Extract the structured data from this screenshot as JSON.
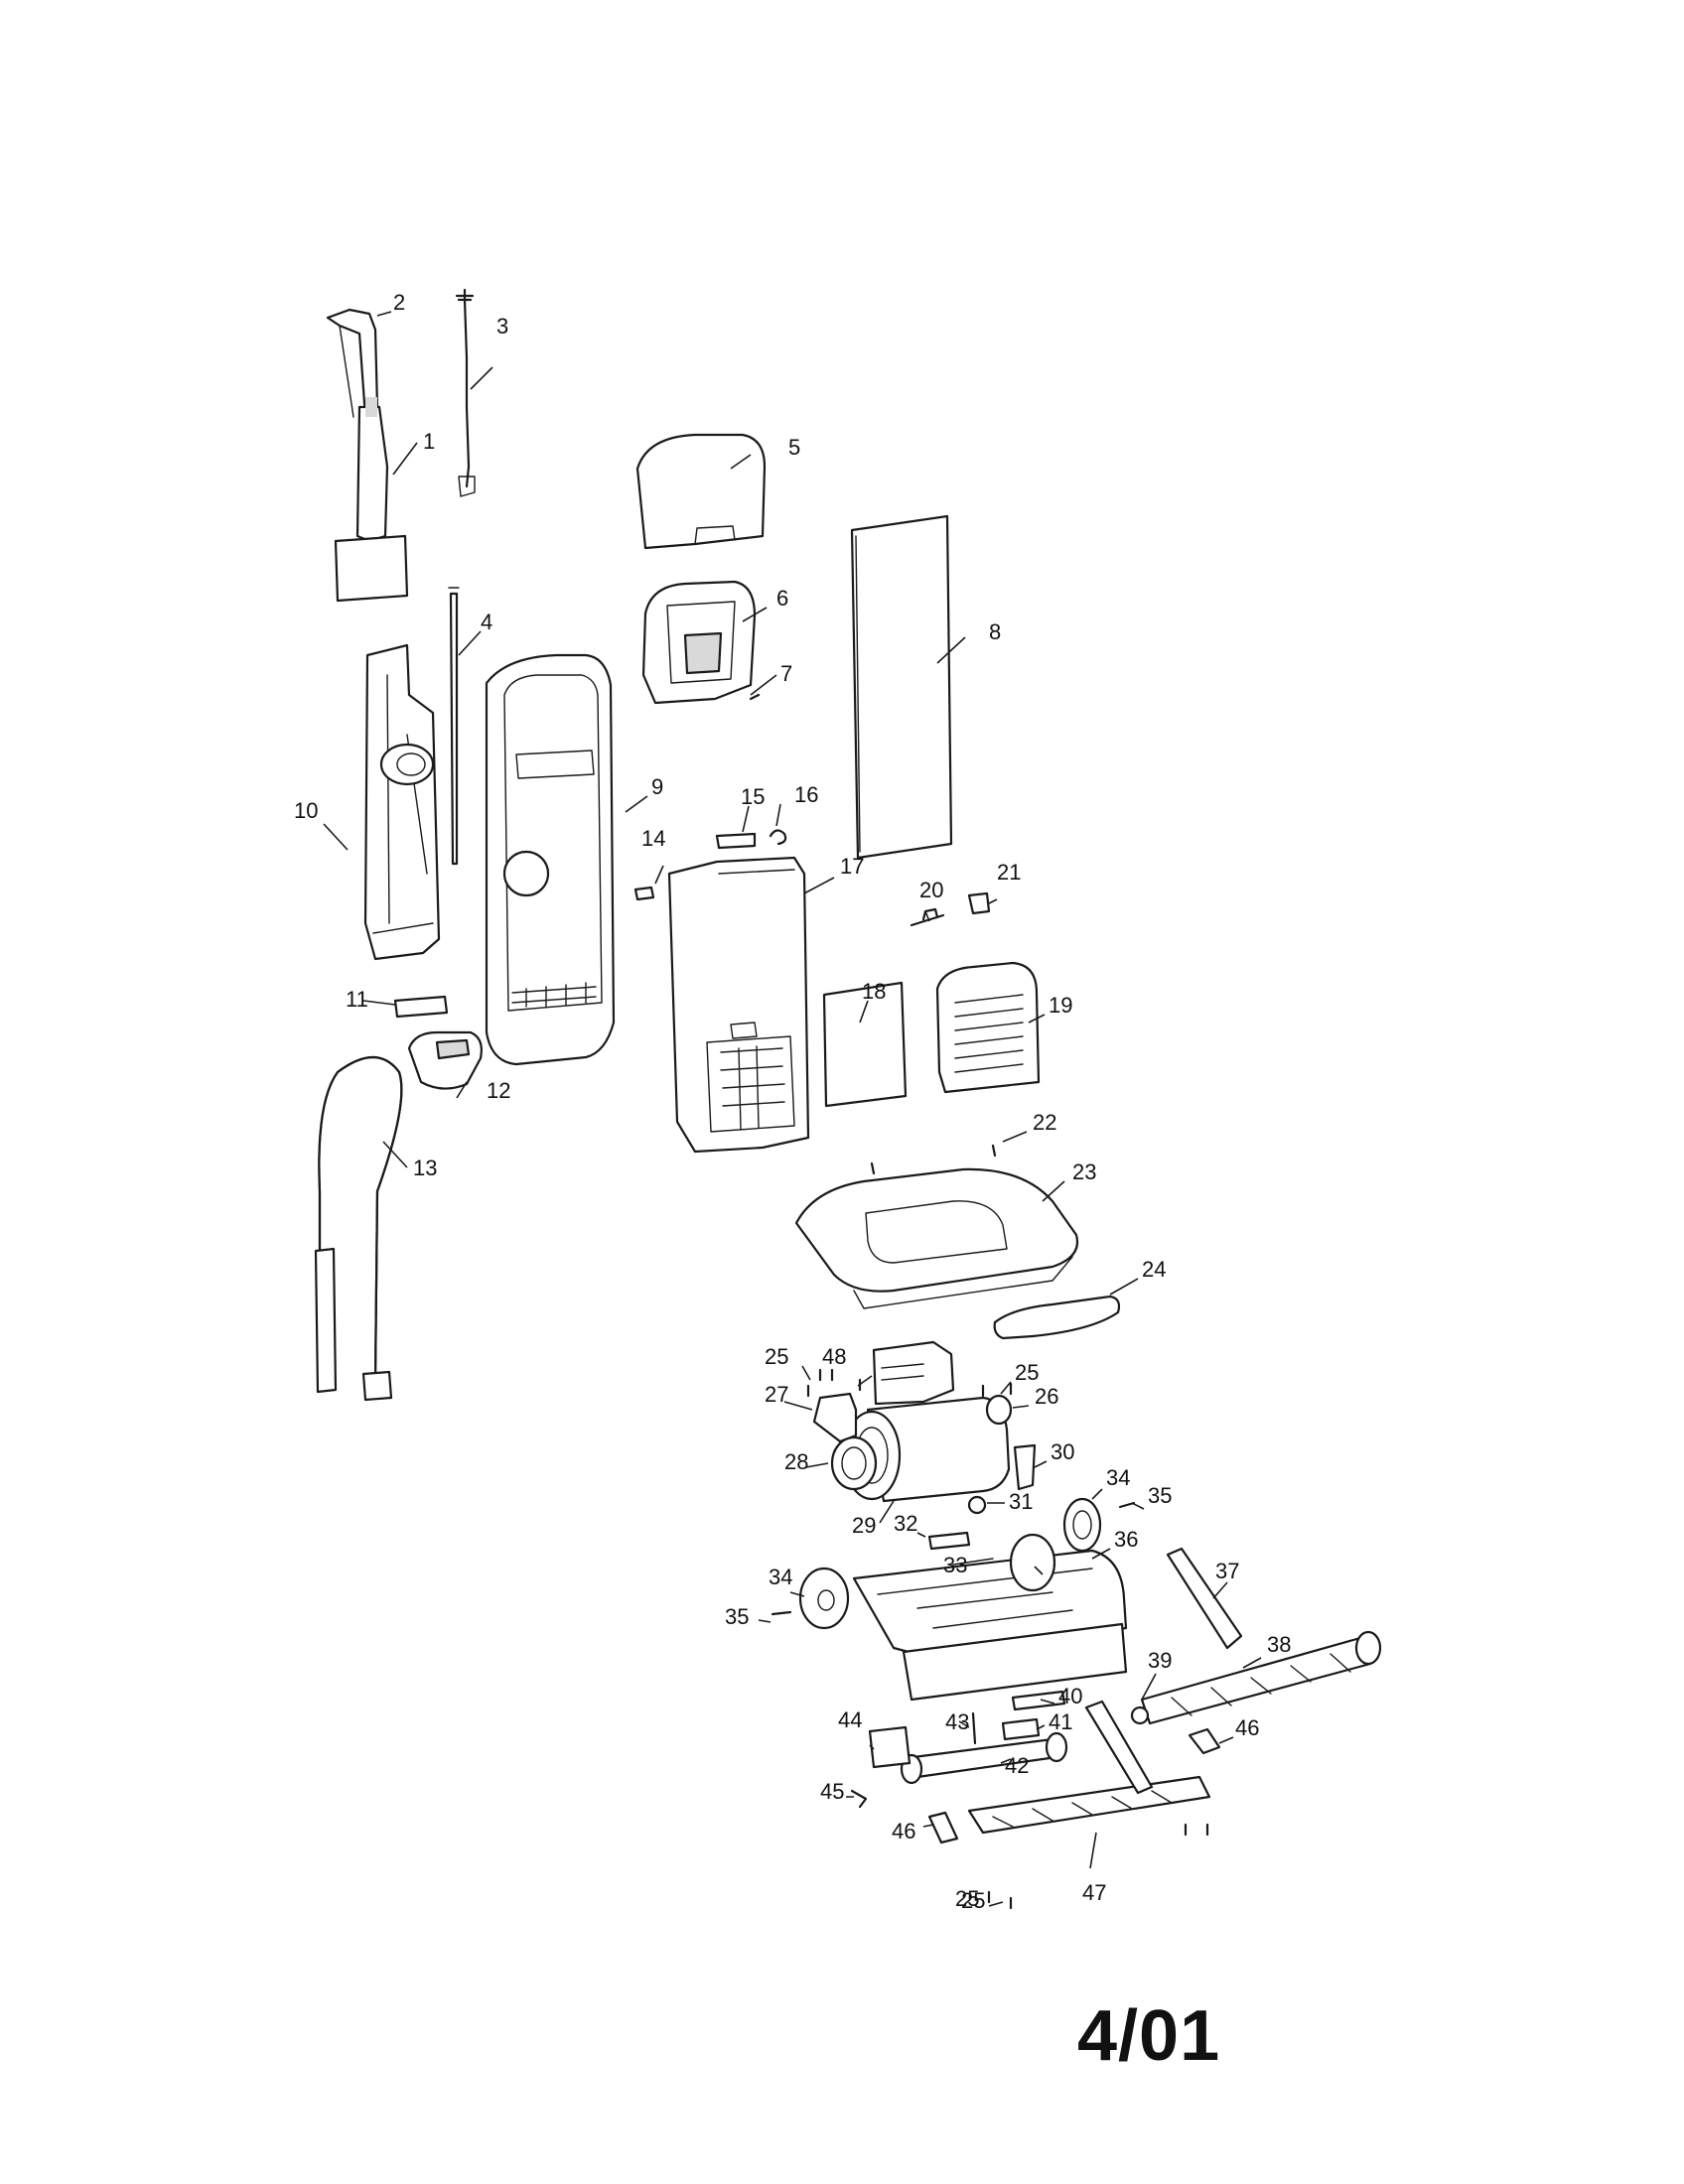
{
  "diagram": {
    "part_labels": [
      "1",
      "2",
      "3",
      "4",
      "5",
      "6",
      "7",
      "8",
      "9",
      "10",
      "11",
      "12",
      "13",
      "14",
      "15",
      "16",
      "17",
      "18",
      "19",
      "20",
      "21",
      "22",
      "23",
      "24",
      "25",
      "25",
      "25",
      "26",
      "27",
      "28",
      "29",
      "30",
      "31",
      "32",
      "33",
      "34",
      "34",
      "35",
      "35",
      "36",
      "37",
      "38",
      "39",
      "40",
      "41",
      "42",
      "43",
      "44",
      "45",
      "46",
      "46",
      "25",
      "47",
      "48"
    ],
    "date_code": "4/01"
  }
}
